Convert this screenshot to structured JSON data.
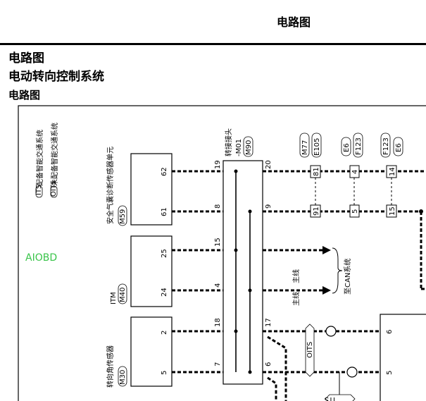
{
  "page": {
    "header_title": "电路图",
    "section_title": "电路图",
    "system_title": "电动转向控制系统",
    "diagram_label": "电路图",
    "watermark": "AIOBD"
  },
  "legend": {
    "its_abbr": "ITS",
    "its_text": "配备智能交通系统",
    "oits_abbr": "OITS",
    "oits_text": "未配备智能交通系统"
  },
  "components": {
    "airbag": {
      "name": "安全气囊诊断传感器单元",
      "code": "M59",
      "pins": [
        "62",
        "61"
      ]
    },
    "itm": {
      "name": "ITM",
      "code": "M40",
      "pins": [
        "25",
        "24"
      ]
    },
    "steering": {
      "name": "转向角传感器",
      "code": "M30",
      "pins": [
        "2",
        "5"
      ]
    },
    "joint": {
      "name": "转接接头",
      "sub": "-M01",
      "code": "M90",
      "left_pins": [
        "19",
        "8",
        "15",
        "4",
        "18",
        "7"
      ],
      "right_pins": [
        "20",
        "9",
        "17",
        "6"
      ]
    }
  },
  "connectors": [
    {
      "code_top": "M77",
      "code_bottom": "E105",
      "pin_top": "81",
      "pin_bottom": "91"
    },
    {
      "code_top": "E6",
      "code_bottom": "F123",
      "pin_top": "4",
      "pin_bottom": "5"
    },
    {
      "code_top": "F123",
      "code_bottom": "E6",
      "pin_top": "14",
      "pin_bottom": "15"
    }
  ],
  "labels": {
    "can_system": "至CAN系统",
    "arrow_label": "主线",
    "oits_tag": "OITS",
    "its_tag": "ITS"
  },
  "right_module": {
    "pins": [
      "6",
      "5"
    ]
  }
}
